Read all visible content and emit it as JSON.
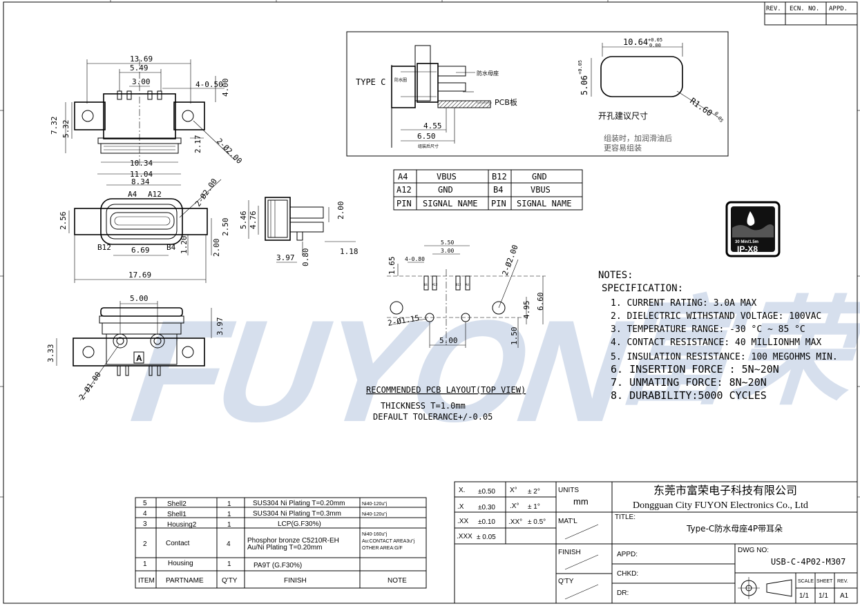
{
  "revision_table": {
    "headers": [
      "REV.",
      "ECN. NO.",
      "APPD."
    ]
  },
  "watermark": {
    "brand": "FUYON",
    "cn": "富荣"
  },
  "front_view": {
    "dims": [
      "13.69",
      "5.49",
      "3.00",
      "4-0.50",
      "4.00",
      "7.32",
      "5.32",
      "2.17",
      "2-Ø2.00",
      "10.34",
      "11.04"
    ]
  },
  "mouth_view": {
    "dims": [
      "8.34",
      "2-Ø2.00",
      "2.56",
      "1.20",
      "2.50",
      "2.00",
      "6.69",
      "17.69"
    ],
    "pins": [
      "A4",
      "A12",
      "B12",
      "B4"
    ]
  },
  "side_view": {
    "dims": [
      "5.46",
      "4.76",
      "2.00",
      "3.97",
      "0.80",
      "1.18"
    ]
  },
  "bottom_view": {
    "dims": [
      "5.00",
      "3.97",
      "3.33",
      "2-Ø1.00"
    ],
    "marker": "A"
  },
  "section_view": {
    "type_label": "TYPE C",
    "small_label_1": "防水母座",
    "small_label_2": "防水圈",
    "pcb_label": "PCB板",
    "dims": [
      "4.55",
      "6.50"
    ],
    "bottom_note": "组装后尺寸"
  },
  "cutout_view": {
    "width_dim": "10.64",
    "width_tol": "+0.05",
    "width_tol2": "0.00",
    "height_dim": "5.06",
    "height_tol": "+0.05",
    "radius_dim": "R1.60",
    "radius_tol": "0.05",
    "caption": "开孔建议尺寸",
    "note_line1": "组装时，加润滑油后",
    "note_line2": "更容易组装"
  },
  "pin_table": {
    "rows": [
      [
        "A4",
        "VBUS",
        "B12",
        "GND"
      ],
      [
        "A12",
        "GND",
        "B4",
        "VBUS"
      ],
      [
        "PIN",
        "SIGNAL NAME",
        "PIN",
        "SIGNAL NAME"
      ]
    ]
  },
  "ip_badge": {
    "line1": "30 Min/1.5m",
    "line2": "IP-X8"
  },
  "pcb_layout": {
    "dims": [
      "5.50",
      "3.00",
      "4-0.80",
      "1.65",
      "2-Ø2.00",
      "2-Ø1.15",
      "4.95",
      "6.60",
      "5.00",
      "1.50"
    ],
    "pins": [
      "B4",
      "A12",
      "B12",
      "A4"
    ],
    "title": "RECOMMENDED PCB LAYOUT(TOP VIEW)",
    "thickness": "THICKNESS T=1.0mm",
    "tolerance": "DEFAULT TOLERANCE+/-0.05"
  },
  "notes": {
    "title": "NOTES:",
    "spec": "SPECIFICATION:",
    "items": [
      "1. CURRENT RATING: 3.0A MAX",
      "2. DIELECTRIC WITHSTAND VOLTAGE: 100VAC",
      "3. TEMPERATURE RANGE: -30 °C ~ 85 °C",
      "4. CONTACT RESISTANCE: 40 MILLIONHM MAX",
      "5. INSULATION RESISTANCE: 100 MEGOHMS MIN.",
      "6. INSERTION FORCE : 5N~20N",
      "7. UNMATING FORCE: 8N~20N",
      "8. DURABILITY:5000 CYCLES"
    ]
  },
  "bom": {
    "rows": [
      [
        "5",
        "Shell2",
        "1",
        "SUS304  Ni   Plating  T=0.20mm",
        "Ni40-120u\"j"
      ],
      [
        "4",
        "Shell1",
        "1",
        "SUS304  Ni   Plating  T=0.3mm",
        "Ni40-120u\"j"
      ],
      [
        "3",
        "Housing2",
        "1",
        "LCP(G.F30%)",
        ""
      ],
      [
        "2",
        "Contact",
        "4",
        "Phosphor  bronze  C5210R-EH|Au/Ni   Plating   T=0.20mm",
        "Ni40-160u\"j|Au:CONTACT AREA3u\"j|OTHER AREA:G/F"
      ],
      [
        "1",
        "Housing",
        "1",
        "PA9T  (G.F30%)",
        ""
      ]
    ],
    "headers": [
      "ITEM",
      "PARTNAME",
      "Q'TY",
      "FINISH",
      "NOTE"
    ]
  },
  "title_block": {
    "tolerances": [
      [
        "X.",
        "±0.50",
        "X°",
        "± 2°"
      ],
      [
        ".X",
        "±0.30",
        ".X°",
        "± 1°"
      ],
      [
        ".XX",
        "±0.10",
        ".XX°",
        "± 0.5°"
      ],
      [
        ".XXX",
        "± 0.05",
        "",
        ""
      ]
    ],
    "units_label": "UNITS",
    "units": "mm",
    "company_cn": "东莞市富荣电子科技有限公司",
    "company_en": "Dongguan City FUYON Electronics Co., Ltd",
    "matl_label": "MAT'L",
    "title_label": "TITLE:",
    "title": "Type-C防水母座4P带耳朵",
    "finish_label": "FINISH",
    "appd_label": "APPD:",
    "dwg_label": "DWG NO:",
    "dwg_no": "USB-C-4P02-M307",
    "qty_label": "Q'TY",
    "chkd_label": "CHKD:",
    "dr_label": "DR:",
    "scale_label": "SCALE",
    "sheet_label": "SHEET",
    "rev_label": "REV.",
    "scale": "1/1",
    "sheet": "1/1",
    "rev": "A1"
  }
}
